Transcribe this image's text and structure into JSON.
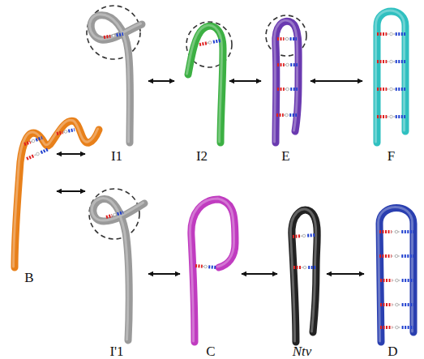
{
  "diagram": {
    "nodes": [
      {
        "text": [
          "B"
        ]
      },
      {
        "text": [
          "I1"
        ]
      },
      {
        "text": [
          "I2"
        ]
      },
      {
        "text": [
          "E"
        ]
      },
      {
        "text": [
          "F"
        ]
      },
      {
        "text": [
          "I'1"
        ]
      },
      {
        "text": [
          "C"
        ]
      },
      {
        "text": [
          "Ntv"
        ]
      },
      {
        "text": [
          "D"
        ]
      }
    ],
    "edges": [
      {
        "from": 0,
        "to": 1,
        "arrow": "both"
      },
      {
        "from": 0,
        "to": 5,
        "arrow": "both"
      },
      {
        "from": 1,
        "to": 2,
        "arrow": "both"
      },
      {
        "from": 2,
        "to": 3,
        "arrow": "both"
      },
      {
        "from": 3,
        "to": 4,
        "arrow": "both"
      },
      {
        "from": 5,
        "to": 6,
        "arrow": "both"
      },
      {
        "from": 6,
        "to": 7,
        "arrow": "both"
      },
      {
        "from": 7,
        "to": 8,
        "arrow": "both"
      }
    ]
  }
}
